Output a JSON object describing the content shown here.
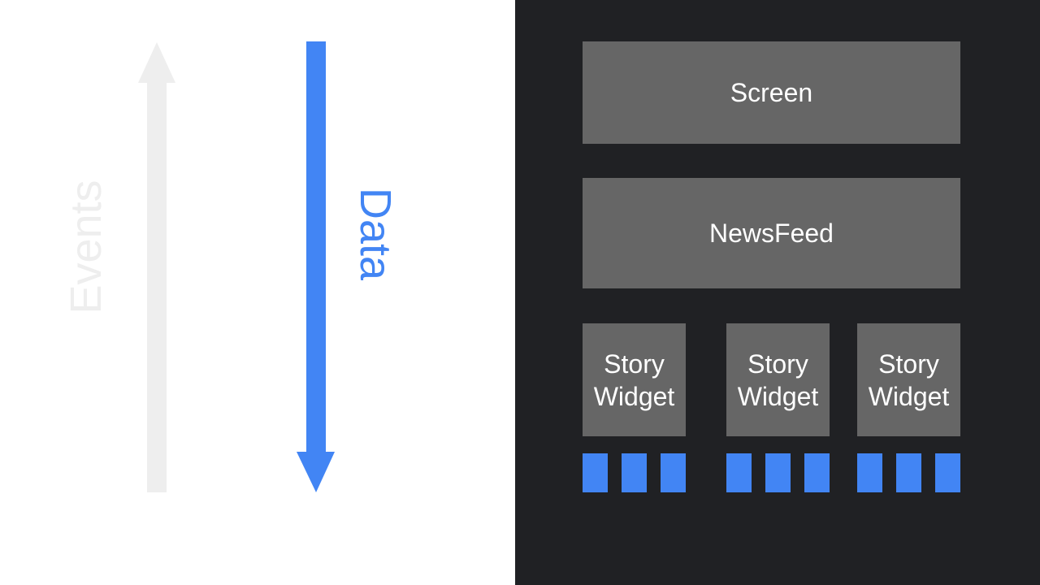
{
  "labels": {
    "events": "Events",
    "data": "Data"
  },
  "nodes": {
    "screen": "Screen",
    "newsfeed": "NewsFeed",
    "stories": [
      {
        "line1": "Story",
        "line2": "Widget"
      },
      {
        "line1": "Story",
        "line2": "Widget"
      },
      {
        "line1": "Story",
        "line2": "Widget"
      }
    ]
  },
  "colors": {
    "background_right": "#202124",
    "box": "#666666",
    "accent_blue": "#4285f4",
    "events_gray": "#eeeeee"
  },
  "icons": {
    "events_arrow": "arrow-up-icon",
    "data_arrow": "arrow-down-icon"
  }
}
